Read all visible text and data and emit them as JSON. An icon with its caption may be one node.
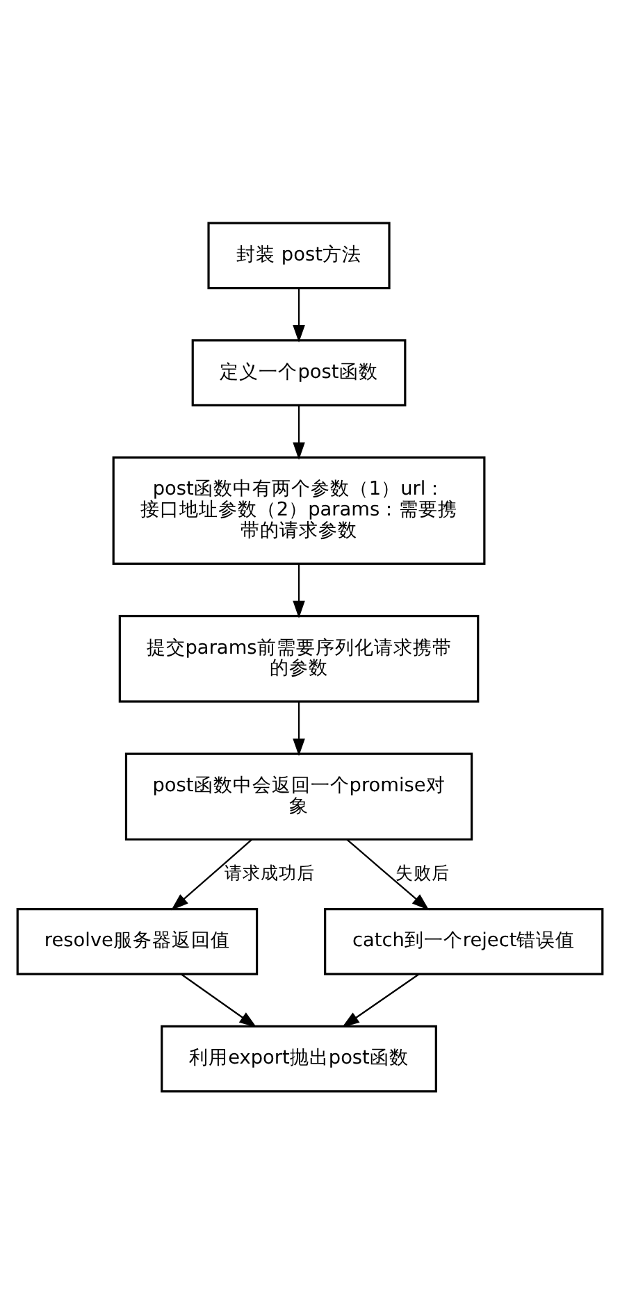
{
  "diagram": {
    "nodes": [
      {
        "text": [
          "封装 post方法"
        ]
      },
      {
        "text": [
          "定义一个post函数"
        ]
      },
      {
        "text": [
          "post函数中有两个参数（1）url：接口地址参数（2）params：需要携带的请求参数"
        ]
      },
      {
        "text": [
          "提交params前需要序列化请求携带的参数"
        ]
      },
      {
        "text": [
          "post函数中会返回一个promise对象"
        ]
      },
      {
        "text": [
          "resolve服务器返回值"
        ]
      },
      {
        "text": [
          "catch到一个reject错误值"
        ]
      },
      {
        "text": [
          "利用export抛出post函数"
        ]
      }
    ],
    "edges": [
      {
        "from": 0,
        "to": 1,
        "arrow": "to"
      },
      {
        "from": 1,
        "to": 2,
        "arrow": "to"
      },
      {
        "from": 2,
        "to": 3,
        "arrow": "to"
      },
      {
        "from": 3,
        "to": 4,
        "arrow": "to"
      },
      {
        "from": 4,
        "to": 5,
        "arrow": "to",
        "label": "请求成功后"
      },
      {
        "from": 4,
        "to": 6,
        "arrow": "to",
        "label": "失败后"
      },
      {
        "from": 5,
        "to": 7,
        "arrow": "to"
      },
      {
        "from": 6,
        "to": 7,
        "arrow": "to"
      }
    ]
  }
}
